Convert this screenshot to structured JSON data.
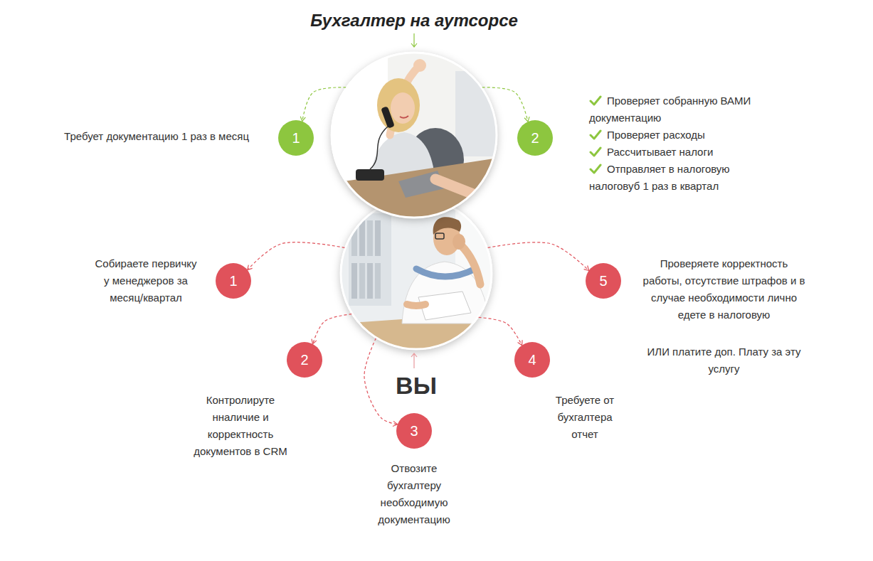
{
  "diagram": {
    "nodes": [
      {
        "text": [
          "Бухгалтер на аутсорсе"
        ]
      },
      {
        "text": [
          "1"
        ]
      },
      {
        "text": [
          "2"
        ]
      },
      {
        "text": [
          "ВЫ"
        ]
      },
      {
        "text": [
          "1"
        ]
      },
      {
        "text": [
          "5"
        ]
      },
      {
        "text": [
          "2"
        ]
      },
      {
        "text": [
          "4"
        ]
      },
      {
        "text": [
          "3"
        ]
      }
    ],
    "edges": [
      {
        "from": 0,
        "to": 1,
        "arrow": "to"
      },
      {
        "from": 0,
        "to": 2,
        "arrow": "to"
      },
      {
        "from": 3,
        "to": 4,
        "arrow": "to"
      },
      {
        "from": 3,
        "to": 5,
        "arrow": "to"
      },
      {
        "from": 3,
        "to": 6,
        "arrow": "to"
      },
      {
        "from": 3,
        "to": 7,
        "arrow": "to"
      },
      {
        "from": 3,
        "to": 8,
        "arrow": "to"
      }
    ],
    "labels": [
      "Требует документацию 1 раз в месяц",
      "Проверяет собранную ВАМИ документацию",
      "Проверяет расходы",
      "Рассчитывает налоги",
      "Отправляет в налоговую налоговуб 1 раз в квартал",
      "Собираете первичку у менеджеров за месяц/квартал",
      "Проверяете корректность работы, отсутствие штрафов и в случае необходимости лично едете в налоговую",
      "ИЛИ платите доп. Плату за эту услугу",
      "Контролируте нналичие и корректность документов в CRM",
      "Требуете от бухгалтера отчет",
      "Отвозите бухгалтеру необходимую документацию"
    ]
  }
}
